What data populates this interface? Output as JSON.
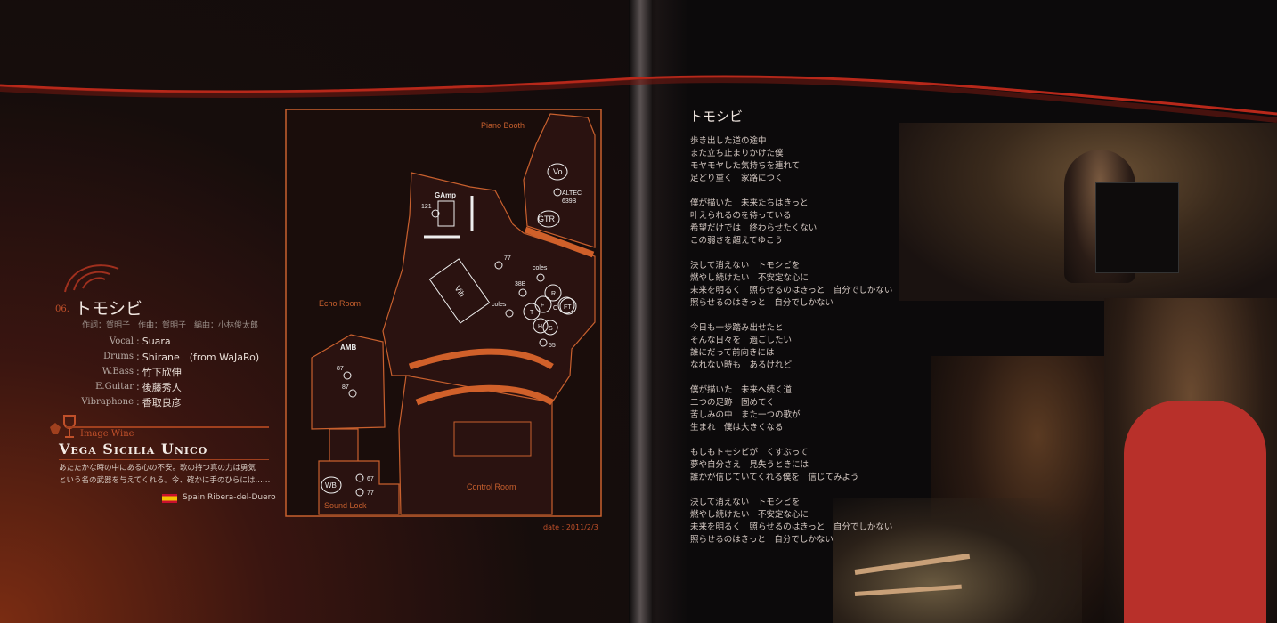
{
  "left_page": {
    "track_number": "06.",
    "track_title": "トモシビ",
    "credits": "作詞：賀明子　作曲：賀明子　編曲：小林俊太郎",
    "staff": [
      {
        "role": "Vocal",
        "name": "Suara"
      },
      {
        "role": "Drums",
        "name": "Shirane　(from WaJaRo)"
      },
      {
        "role": "W.Bass",
        "name": "竹下欣伸"
      },
      {
        "role": "E.Guitar",
        "name": "後藤秀人"
      },
      {
        "role": "Vibraphone",
        "name": "香取良彦"
      }
    ],
    "wine": {
      "label": "Image Wine",
      "name": "Vega Sicilia Unico",
      "description_lines": [
        "あたたかな時の中にある心の不安。歌の持つ真の力は勇気",
        "という名の武器を与えてくれる。今、確かに手のひらには……"
      ],
      "origin": "Spain Ribera-del-Duero"
    },
    "floor_plan": {
      "rooms": {
        "piano_booth": "Piano Booth",
        "echo_room": "Echo Room",
        "sound_lock": "Sound Lock",
        "control_room": "Control Room"
      },
      "labels": {
        "vo": "Vo",
        "altec1": "ALTEC",
        "altec2": "639B",
        "gtr": "GTR",
        "gamp": "GAmp",
        "m121": "121",
        "vib": "Vib",
        "m77a": "77",
        "coles1": "coles",
        "coles2": "coles",
        "m38b": "38B",
        "m55": "55",
        "amb": "AMB",
        "m87a": "87",
        "m87b": "87",
        "wb": "WB",
        "m67": "67",
        "m77b": "77",
        "drums": [
          "F",
          "T",
          "R",
          "C",
          "FT",
          "H",
          "S"
        ]
      }
    },
    "date": "date : 2011/2/3"
  },
  "right_page": {
    "title": "トモシビ",
    "stanzas": [
      [
        "歩き出した道の途中",
        "また立ち止まりかけた僕",
        "モヤモヤした気持ちを連れて",
        "足どり重く　家路につく"
      ],
      [
        "僕が描いた　未来たちはきっと",
        "叶えられるのを待っている",
        "希望だけでは　終わらせたくない",
        "この弱さを超えてゆこう"
      ],
      [
        "決して消えない　トモシビを",
        "燃やし続けたい　不安定な心に",
        "未来を明るく　照らせるのはきっと　自分でしかない",
        "照らせるのはきっと　自分でしかない"
      ],
      [
        "今日も一歩踏み出せたと",
        "そんな日々を　過ごしたい",
        "誰にだって前向きには",
        "なれない時も　あるけれど"
      ],
      [
        "僕が描いた　未来へ続く道",
        "二つの足跡　固めてく",
        "苦しみの中　また一つの歌が",
        "生まれ　僕は大きくなる"
      ],
      [
        "もしもトモシビが　くすぶって",
        "夢や自分さえ　見失うときには",
        "誰かが信じていてくれる僕を　信じてみよう"
      ],
      [
        "決して消えない　トモシビを",
        "燃やし続けたい　不安定な心に",
        "未来を明るく　照らせるのはきっと　自分でしかない",
        "照らせるのはきっと　自分でしかない"
      ]
    ]
  },
  "colors": {
    "accent": "#c0502a",
    "plan_line": "#c8602e",
    "bg": "#120c0c"
  }
}
